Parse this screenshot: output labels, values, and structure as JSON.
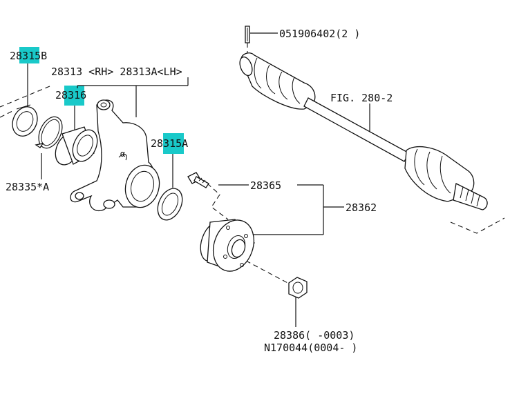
{
  "highlight_color": "#19c9c9",
  "labels": {
    "p28315b": "28315B",
    "p28313": "28313 <RH> 28313A<LH>",
    "p28316": "28316",
    "p28315a": "28315A",
    "p28335": "28335*A",
    "p051906402": "051906402(2 )",
    "fig": "FIG. 280-2",
    "p28365": "28365",
    "p28362": "28362",
    "p28386": "28386(    -0003)",
    "n170044": "N170044(0004-    )"
  }
}
